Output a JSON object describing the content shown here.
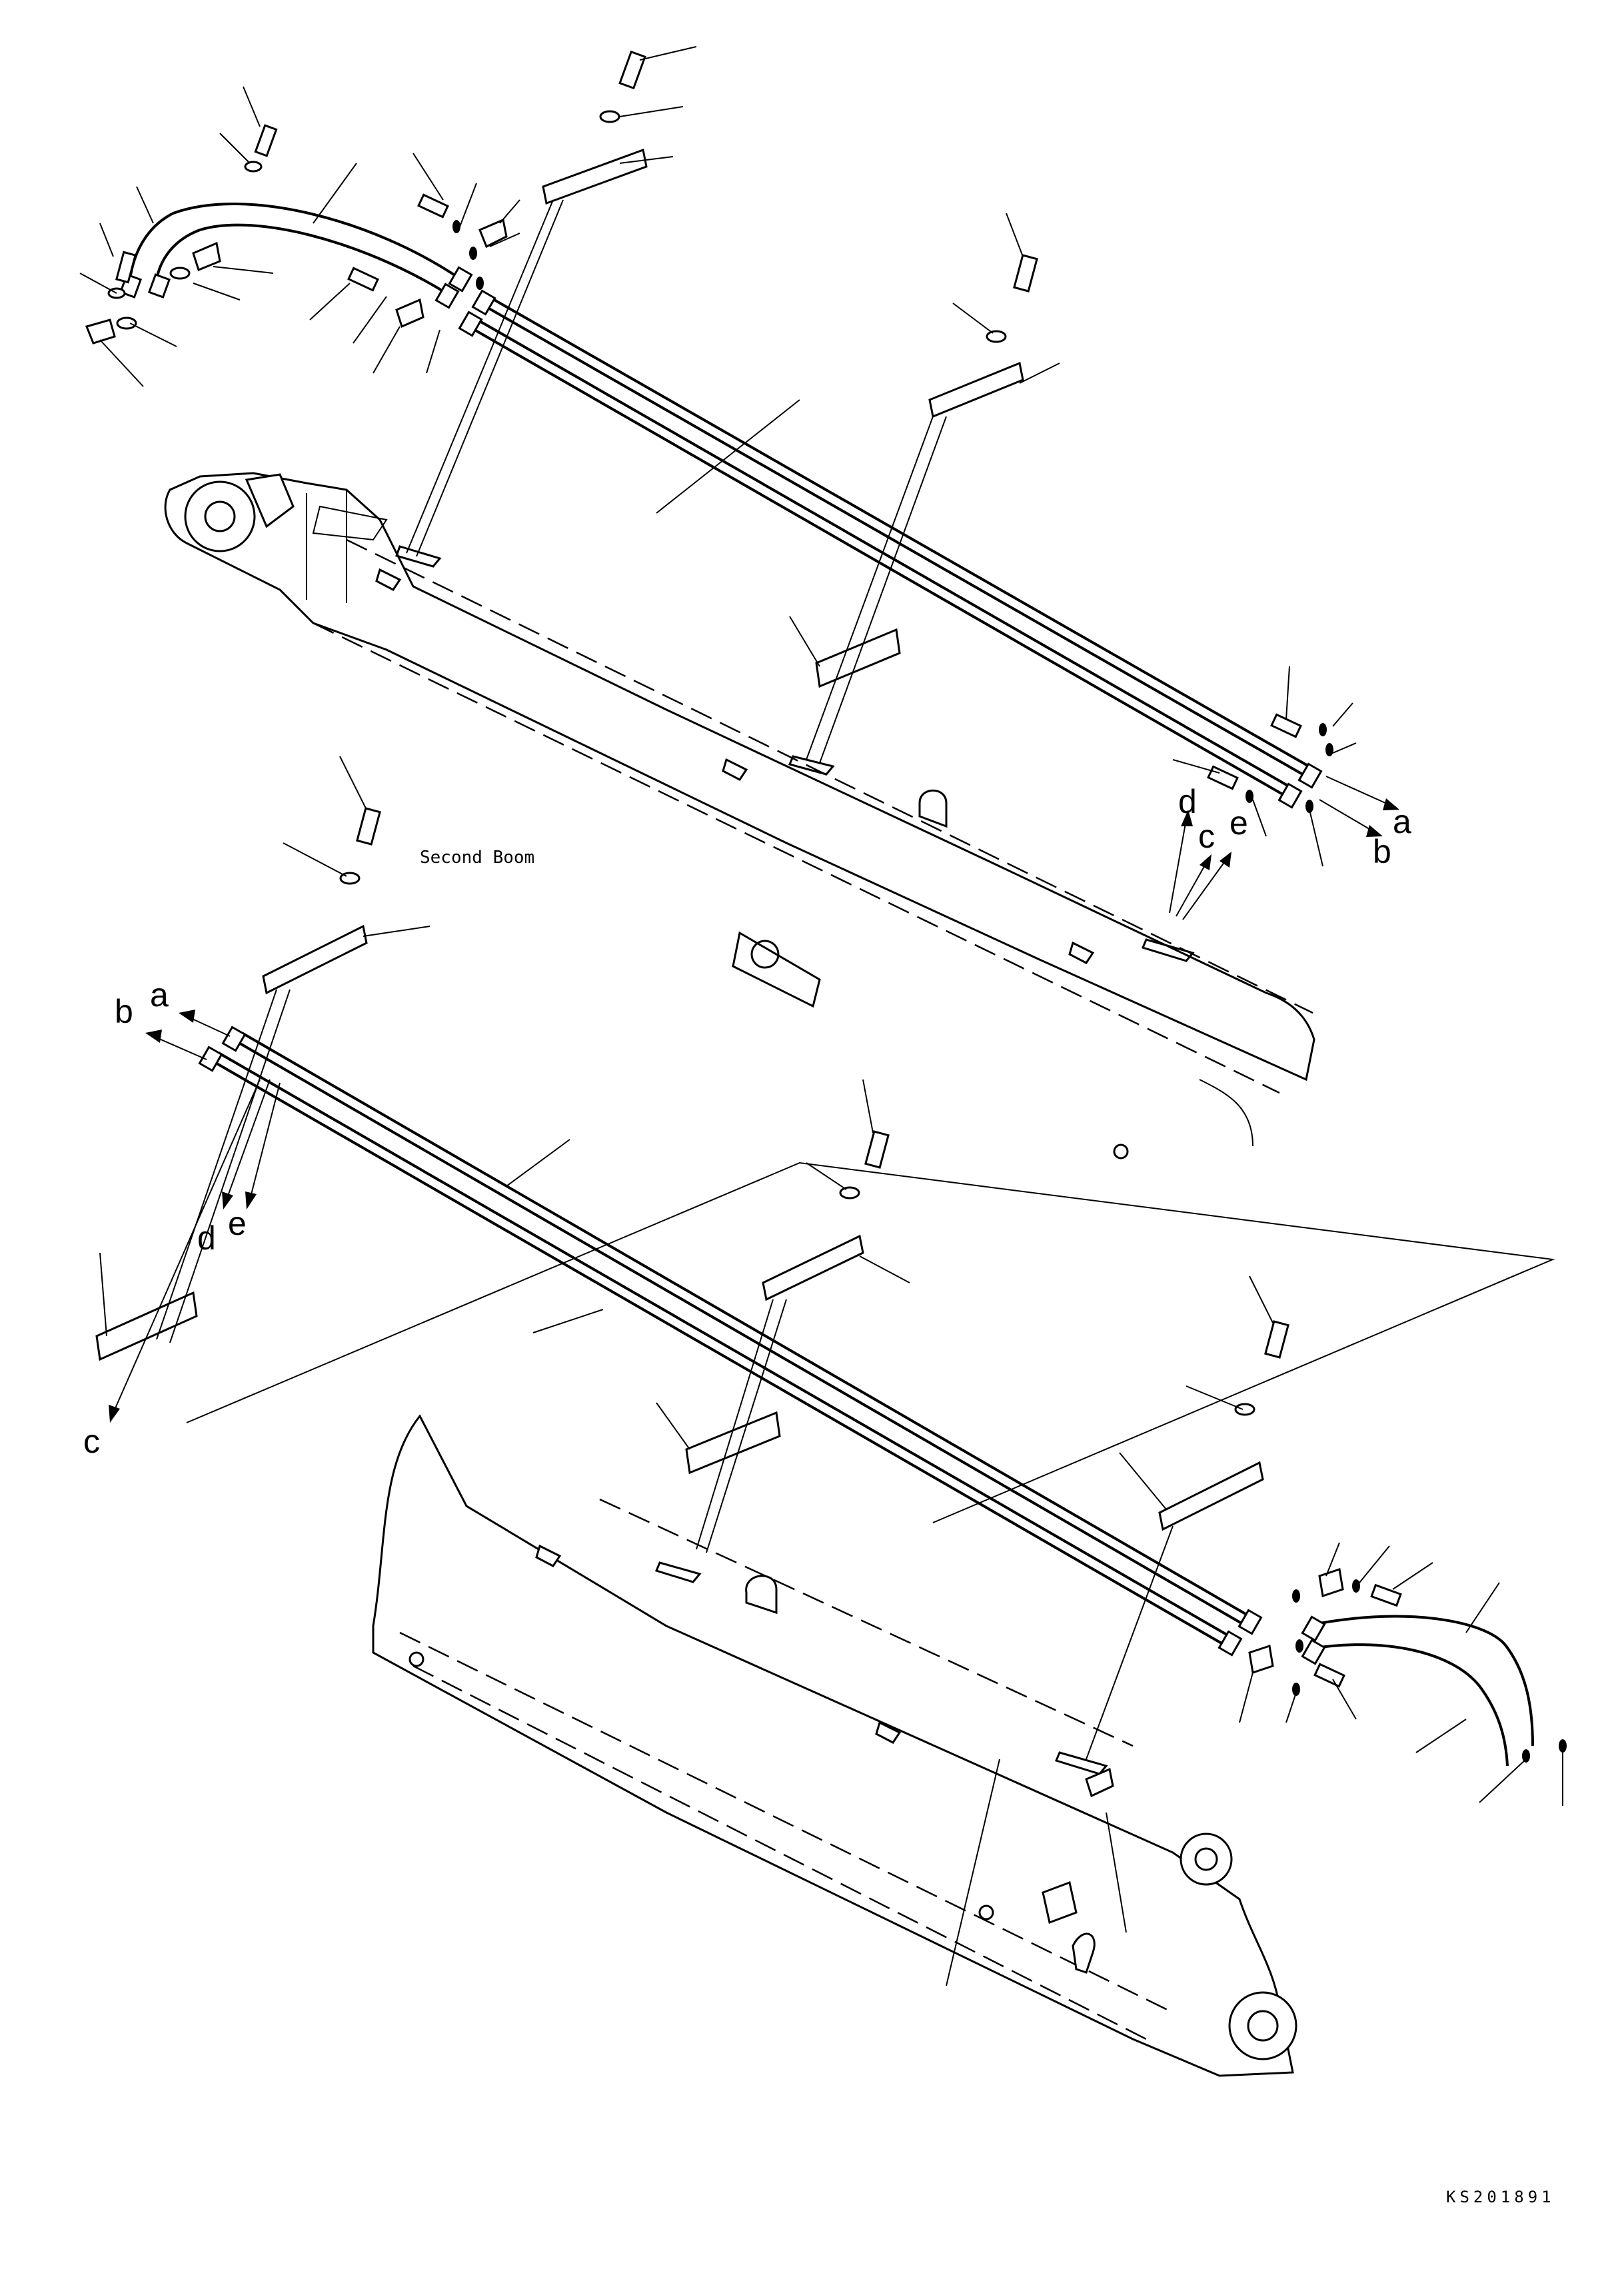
{
  "caption": "Second Boom",
  "drawing_code": "KS201891",
  "arrow_labels": {
    "a": "a",
    "b": "b",
    "c": "c",
    "d": "d",
    "e": "e"
  }
}
